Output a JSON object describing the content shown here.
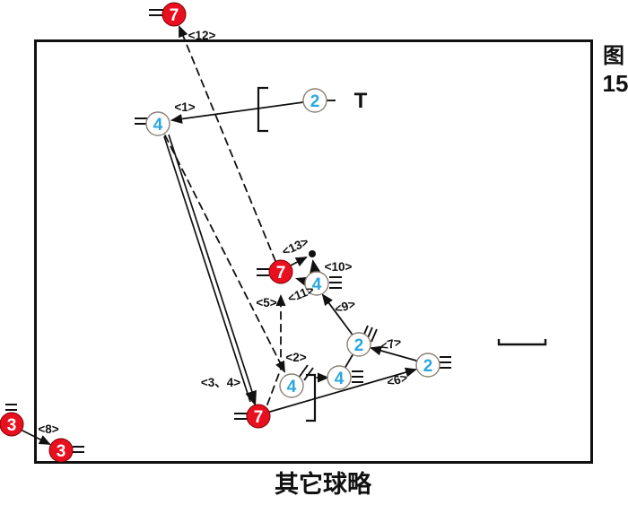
{
  "figure": {
    "label": "图",
    "number": "15"
  },
  "caption": "其它球略",
  "t_mark": "T",
  "colors": {
    "ball_red": "#e8101e",
    "ball_white": "#ffffff",
    "number_blue": "#2ba7e0",
    "number_white": "#ffffff",
    "line_black": "#111111"
  },
  "balls": {
    "seven_top": {
      "number": "7"
    },
    "four_upper": {
      "number": "4"
    },
    "two_top": {
      "number": "2"
    },
    "seven_mid": {
      "number": "7"
    },
    "four_mid": {
      "number": "4"
    },
    "four_lower_left": {
      "number": "4"
    },
    "four_lower_mid": {
      "number": "4"
    },
    "two_mid": {
      "number": "2"
    },
    "two_right": {
      "number": "2"
    },
    "seven_bottom": {
      "number": "7"
    },
    "three_outer": {
      "number": "3"
    },
    "three_corner": {
      "number": "3"
    }
  },
  "steps": {
    "s1": "<1>",
    "s2": "<2>",
    "s3_4": "<3、4>",
    "s5": "<5>",
    "s6": "<6>",
    "s7": "<7>",
    "s8": "<8>",
    "s9": "<9>",
    "s10": "<10>",
    "s11": "<11>",
    "s12": "<12>",
    "s13": "<13>"
  }
}
